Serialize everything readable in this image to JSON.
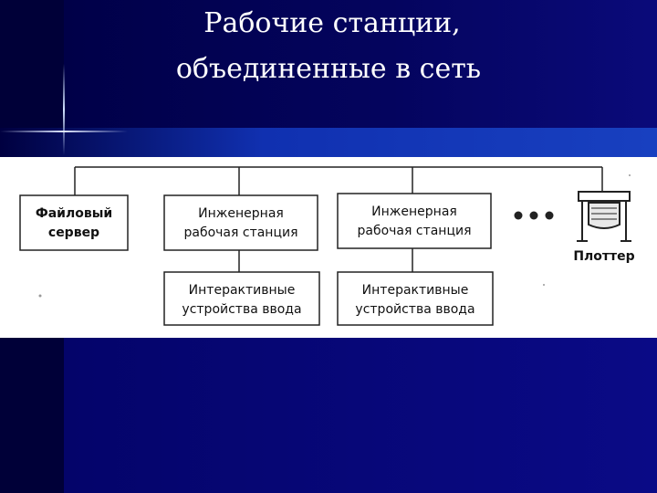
{
  "slide": {
    "title_line1": "Рабочие станции,",
    "title_line2": "объединенные в сеть"
  },
  "diagram": {
    "file_server": {
      "line1": "Файловый",
      "line2": "сервер"
    },
    "workstation1": {
      "line1": "Инженерная",
      "line2": "рабочая станция"
    },
    "workstation2": {
      "line1": "Инженерная",
      "line2": "рабочая станция"
    },
    "input1": {
      "line1": "Интерактивные",
      "line2": "устройства ввода"
    },
    "input2": {
      "line1": "Интерактивные",
      "line2": "устройства ввода"
    },
    "plotter_label": "Плоттер"
  }
}
